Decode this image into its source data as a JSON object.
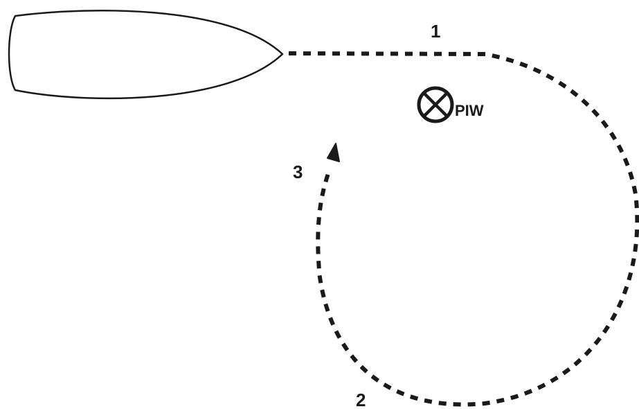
{
  "diagram": {
    "steps": [
      {
        "id": "1",
        "label": "1"
      },
      {
        "id": "2",
        "label": "2"
      },
      {
        "id": "3",
        "label": "3"
      }
    ],
    "marker": {
      "symbol": "circle-x",
      "label": "PIW"
    }
  },
  "colors": {
    "ink": "#1a1a1a",
    "background": "#ffffff"
  }
}
